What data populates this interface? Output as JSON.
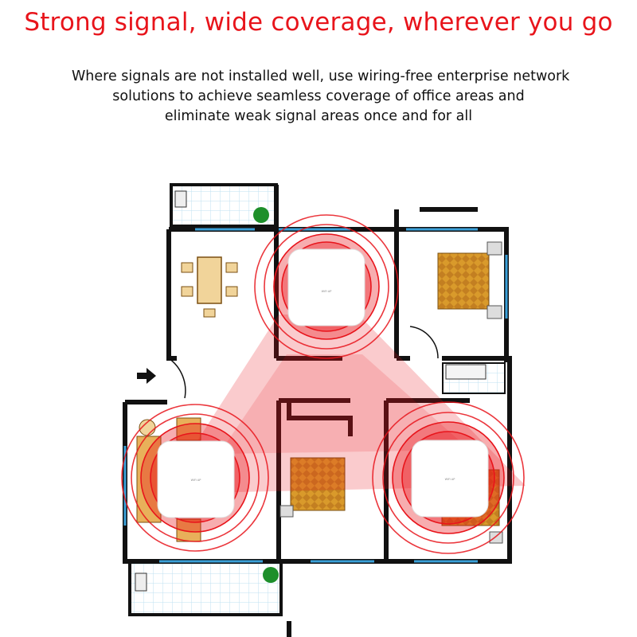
{
  "header": {
    "title": "Strong signal, wide coverage, wherever you go",
    "description_lines": [
      "Where signals are not installed well, use wiring-free enterprise network",
      "solutions to achieve seamless coverage of office areas and",
      "eliminate weak signal areas once and for all"
    ]
  },
  "floorplan": {
    "access_points": [
      {
        "name": "access-point-top",
        "label": "WiFi AP"
      },
      {
        "name": "access-point-left",
        "label": "WiFi AP"
      },
      {
        "name": "access-point-right",
        "label": "WiFi AP"
      }
    ],
    "colors": {
      "signal": "#e8141b",
      "wall": "#111111",
      "window": "#3aa0d8",
      "furniture": "#d9a030",
      "plant": "#1d8f2a"
    }
  }
}
